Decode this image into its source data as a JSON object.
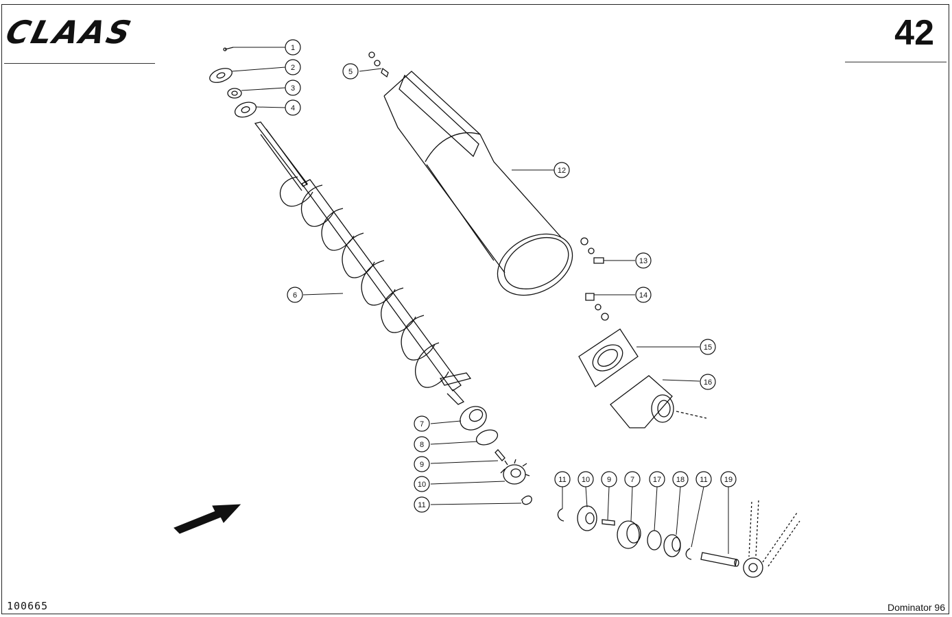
{
  "header": {
    "logo_text": "CLAAS",
    "page_number": "42"
  },
  "footer": {
    "document_number": "100665",
    "model": "Dominator 96"
  },
  "callouts": [
    {
      "id": "callout-1",
      "label": "1"
    },
    {
      "id": "callout-2",
      "label": "2"
    },
    {
      "id": "callout-3",
      "label": "3"
    },
    {
      "id": "callout-4",
      "label": "4"
    },
    {
      "id": "callout-5",
      "label": "5"
    },
    {
      "id": "callout-6",
      "label": "6"
    },
    {
      "id": "callout-7",
      "label": "7"
    },
    {
      "id": "callout-8",
      "label": "8"
    },
    {
      "id": "callout-9",
      "label": "9"
    },
    {
      "id": "callout-10",
      "label": "10"
    },
    {
      "id": "callout-11",
      "label": "11"
    },
    {
      "id": "callout-12",
      "label": "12"
    },
    {
      "id": "callout-13",
      "label": "13"
    },
    {
      "id": "callout-14",
      "label": "14"
    },
    {
      "id": "callout-15",
      "label": "15"
    },
    {
      "id": "callout-16",
      "label": "16"
    },
    {
      "id": "callout-11b",
      "label": "11"
    },
    {
      "id": "callout-10b",
      "label": "10"
    },
    {
      "id": "callout-9b",
      "label": "9"
    },
    {
      "id": "callout-7b",
      "label": "7"
    },
    {
      "id": "callout-17",
      "label": "17"
    },
    {
      "id": "callout-18",
      "label": "18"
    },
    {
      "id": "callout-11c",
      "label": "11"
    },
    {
      "id": "callout-19",
      "label": "19"
    }
  ]
}
